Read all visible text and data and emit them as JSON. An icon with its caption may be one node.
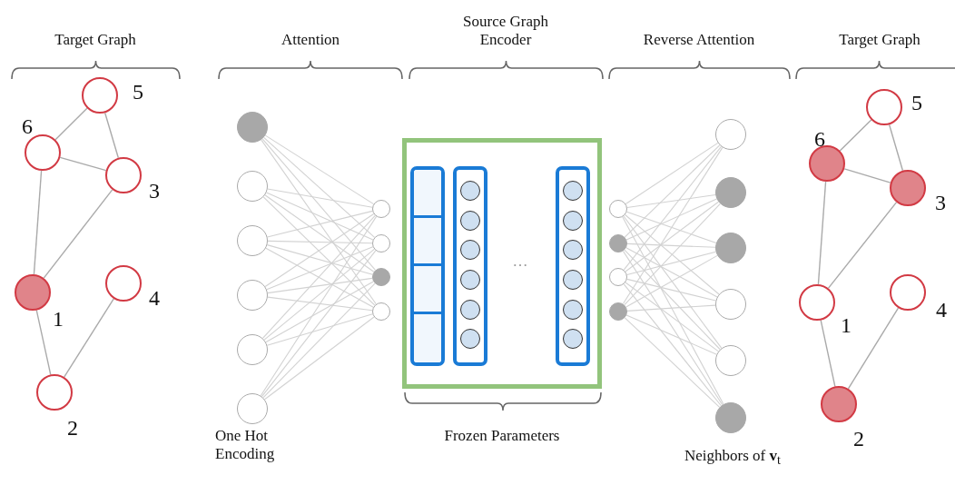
{
  "diagram": {
    "nodes": [
      {
        "text": [],
        "shape": "circle",
        "beside": [
          "5"
        ]
      },
      {
        "text": [],
        "shape": "circle",
        "beside": [
          "6"
        ]
      },
      {
        "text": [],
        "shape": "circle",
        "beside": [
          "3"
        ]
      },
      {
        "text": [],
        "shape": "circle",
        "beside": [
          "4"
        ]
      },
      {
        "text": [],
        "shape": "circle",
        "beside": [
          "1"
        ]
      },
      {
        "text": [],
        "shape": "circle",
        "beside": [
          "2"
        ]
      },
      {
        "text": [],
        "shape": "circle"
      },
      {
        "text": [],
        "shape": "circle"
      },
      {
        "text": [],
        "shape": "circle"
      },
      {
        "text": [],
        "shape": "circle"
      },
      {
        "text": [],
        "shape": "circle"
      },
      {
        "text": [],
        "shape": "circle"
      },
      {
        "text": [],
        "shape": "circle"
      },
      {
        "text": [],
        "shape": "circle"
      },
      {
        "text": [],
        "shape": "circle"
      },
      {
        "text": [],
        "shape": "circle"
      },
      {
        "text": [],
        "shape": "box"
      },
      {
        "text": [],
        "shape": "bar",
        "in": 16
      },
      {
        "text": [],
        "shape": "box",
        "in": 17
      },
      {
        "text": [],
        "shape": "box",
        "in": 17
      },
      {
        "text": [],
        "shape": "box",
        "in": 17
      },
      {
        "text": [],
        "shape": "box",
        "in": 17
      },
      {
        "text": [],
        "shape": "bar",
        "in": 16
      },
      {
        "text": [],
        "shape": "circle",
        "in": 22
      },
      {
        "text": [],
        "shape": "circle",
        "in": 22
      },
      {
        "text": [],
        "shape": "circle",
        "in": 22
      },
      {
        "text": [],
        "shape": "circle",
        "in": 22
      },
      {
        "text": [],
        "shape": "circle",
        "in": 22
      },
      {
        "text": [],
        "shape": "circle",
        "in": 22
      },
      {
        "text": [],
        "shape": "bar",
        "in": 16
      },
      {
        "text": [],
        "shape": "circle",
        "in": 29
      },
      {
        "text": [],
        "shape": "circle",
        "in": 29
      },
      {
        "text": [],
        "shape": "circle",
        "in": 29
      },
      {
        "text": [],
        "shape": "circle",
        "in": 29
      },
      {
        "text": [],
        "shape": "circle",
        "in": 29
      },
      {
        "text": [],
        "shape": "circle",
        "in": 29
      },
      {
        "text": [],
        "shape": "circle"
      },
      {
        "text": [],
        "shape": "circle"
      },
      {
        "text": [],
        "shape": "circle"
      },
      {
        "text": [],
        "shape": "circle"
      },
      {
        "text": [],
        "shape": "circle"
      },
      {
        "text": [],
        "shape": "circle"
      },
      {
        "text": [],
        "shape": "circle"
      },
      {
        "text": [],
        "shape": "circle"
      },
      {
        "text": [],
        "shape": "circle"
      },
      {
        "text": [],
        "shape": "circle"
      },
      {
        "text": [],
        "shape": "circle",
        "beside": [
          "5"
        ]
      },
      {
        "text": [],
        "shape": "circle",
        "beside": [
          "6"
        ]
      },
      {
        "text": [],
        "shape": "circle",
        "beside": [
          "3"
        ]
      },
      {
        "text": [],
        "shape": "circle",
        "beside": [
          "4"
        ]
      },
      {
        "text": [],
        "shape": "circle",
        "beside": [
          "1"
        ]
      },
      {
        "text": [],
        "shape": "circle",
        "beside": [
          "2"
        ]
      }
    ],
    "edges": [
      {
        "from": 1,
        "to": 0,
        "arrow": "none"
      },
      {
        "from": 0,
        "to": 2,
        "arrow": "none"
      },
      {
        "from": 1,
        "to": 2,
        "arrow": "none"
      },
      {
        "from": 1,
        "to": 4,
        "arrow": "none"
      },
      {
        "from": 2,
        "to": 4,
        "arrow": "none"
      },
      {
        "from": 4,
        "to": 5,
        "arrow": "none"
      },
      {
        "from": 3,
        "to": 5,
        "arrow": "none"
      },
      {
        "from": 6,
        "to": 12,
        "arrow": "none"
      },
      {
        "from": 6,
        "to": 13,
        "arrow": "none"
      },
      {
        "from": 6,
        "to": 14,
        "arrow": "none"
      },
      {
        "from": 6,
        "to": 15,
        "arrow": "none"
      },
      {
        "from": 7,
        "to": 12,
        "arrow": "none"
      },
      {
        "from": 7,
        "to": 13,
        "arrow": "none"
      },
      {
        "from": 7,
        "to": 14,
        "arrow": "none"
      },
      {
        "from": 7,
        "to": 15,
        "arrow": "none"
      },
      {
        "from": 8,
        "to": 12,
        "arrow": "none"
      },
      {
        "from": 8,
        "to": 13,
        "arrow": "none"
      },
      {
        "from": 8,
        "to": 14,
        "arrow": "none"
      },
      {
        "from": 8,
        "to": 15,
        "arrow": "none"
      },
      {
        "from": 9,
        "to": 12,
        "arrow": "none"
      },
      {
        "from": 9,
        "to": 13,
        "arrow": "none"
      },
      {
        "from": 9,
        "to": 14,
        "arrow": "none"
      },
      {
        "from": 9,
        "to": 15,
        "arrow": "none"
      },
      {
        "from": 10,
        "to": 12,
        "arrow": "none"
      },
      {
        "from": 10,
        "to": 13,
        "arrow": "none"
      },
      {
        "from": 10,
        "to": 14,
        "arrow": "none"
      },
      {
        "from": 10,
        "to": 15,
        "arrow": "none"
      },
      {
        "from": 11,
        "to": 12,
        "arrow": "none"
      },
      {
        "from": 11,
        "to": 13,
        "arrow": "none"
      },
      {
        "from": 11,
        "to": 14,
        "arrow": "none"
      },
      {
        "from": 11,
        "to": 15,
        "arrow": "none"
      },
      {
        "from": 36,
        "to": 40,
        "arrow": "none"
      },
      {
        "from": 36,
        "to": 41,
        "arrow": "none"
      },
      {
        "from": 36,
        "to": 42,
        "arrow": "none"
      },
      {
        "from": 36,
        "to": 43,
        "arrow": "none"
      },
      {
        "from": 36,
        "to": 44,
        "arrow": "none"
      },
      {
        "from": 36,
        "to": 45,
        "arrow": "none"
      },
      {
        "from": 37,
        "to": 40,
        "arrow": "none"
      },
      {
        "from": 37,
        "to": 41,
        "arrow": "none"
      },
      {
        "from": 37,
        "to": 42,
        "arrow": "none"
      },
      {
        "from": 37,
        "to": 43,
        "arrow": "none"
      },
      {
        "from": 37,
        "to": 44,
        "arrow": "none"
      },
      {
        "from": 37,
        "to": 45,
        "arrow": "none"
      },
      {
        "from": 38,
        "to": 40,
        "arrow": "none"
      },
      {
        "from": 38,
        "to": 41,
        "arrow": "none"
      },
      {
        "from": 38,
        "to": 42,
        "arrow": "none"
      },
      {
        "from": 38,
        "to": 43,
        "arrow": "none"
      },
      {
        "from": 38,
        "to": 44,
        "arrow": "none"
      },
      {
        "from": 38,
        "to": 45,
        "arrow": "none"
      },
      {
        "from": 39,
        "to": 40,
        "arrow": "none"
      },
      {
        "from": 39,
        "to": 41,
        "arrow": "none"
      },
      {
        "from": 39,
        "to": 42,
        "arrow": "none"
      },
      {
        "from": 39,
        "to": 43,
        "arrow": "none"
      },
      {
        "from": 39,
        "to": 44,
        "arrow": "none"
      },
      {
        "from": 39,
        "to": 45,
        "arrow": "none"
      },
      {
        "from": 47,
        "to": 46,
        "arrow": "none"
      },
      {
        "from": 46,
        "to": 48,
        "arrow": "none"
      },
      {
        "from": 47,
        "to": 48,
        "arrow": "none"
      },
      {
        "from": 47,
        "to": 50,
        "arrow": "none"
      },
      {
        "from": 48,
        "to": 50,
        "arrow": "none"
      },
      {
        "from": 50,
        "to": 51,
        "arrow": "none"
      },
      {
        "from": 49,
        "to": 51,
        "arrow": "none"
      }
    ],
    "labels": [
      "Target Graph",
      "Attention",
      "Source Graph Encoder",
      "Reverse Attention",
      "Target Graph",
      "…",
      "Frozen Parameters",
      "One Hot Encoding",
      "Neighbors of **v**$_{t}$"
    ]
  }
}
